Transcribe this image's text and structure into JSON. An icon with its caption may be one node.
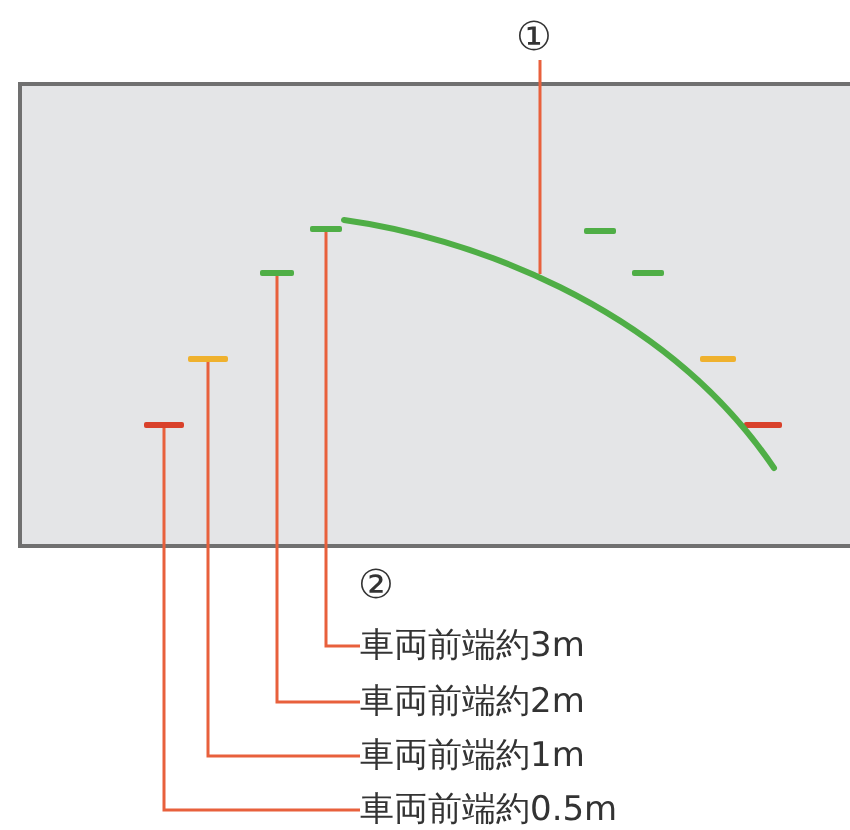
{
  "diagram": {
    "nodes": [
      {
        "text": [
          "①"
        ]
      },
      {
        "text": [],
        "shape": "line"
      },
      {
        "text": [
          "車両前端約3m"
        ]
      },
      {
        "text": [
          "車両前端約2m"
        ]
      },
      {
        "text": [
          "車両前端約1m"
        ]
      },
      {
        "text": [
          "車両前端約0.5m"
        ]
      },
      {
        "text": [],
        "shape": "bar"
      },
      {
        "text": [],
        "shape": "bar"
      },
      {
        "text": [],
        "shape": "bar"
      },
      {
        "text": [],
        "shape": "bar"
      }
    ],
    "edges": [
      {
        "from": 0,
        "to": 1,
        "arrow": "none"
      },
      {
        "from": 2,
        "to": 9,
        "arrow": "none"
      },
      {
        "from": 3,
        "to": 8,
        "arrow": "none"
      },
      {
        "from": 4,
        "to": 7,
        "arrow": "none"
      },
      {
        "from": 5,
        "to": 6,
        "arrow": "none"
      }
    ],
    "labels": [
      "②"
    ]
  }
}
